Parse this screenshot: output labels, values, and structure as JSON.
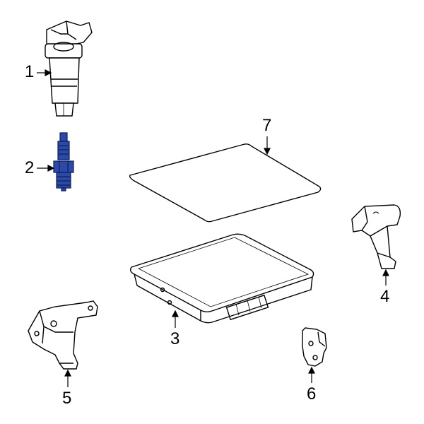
{
  "parts": [
    {
      "callout": "1",
      "name": "ignition-coil"
    },
    {
      "callout": "2",
      "name": "spark-plug",
      "highlight_color": "#2b4aa8"
    },
    {
      "callout": "3",
      "name": "engine-control-module"
    },
    {
      "callout": "4",
      "name": "module-bracket-right"
    },
    {
      "callout": "5",
      "name": "module-bracket-left"
    },
    {
      "callout": "6",
      "name": "module-bracket-clip"
    },
    {
      "callout": "7",
      "name": "module-cover-pad"
    }
  ],
  "colors": {
    "line": "#000000",
    "highlight": "#2b4aa8",
    "background": "#ffffff"
  }
}
